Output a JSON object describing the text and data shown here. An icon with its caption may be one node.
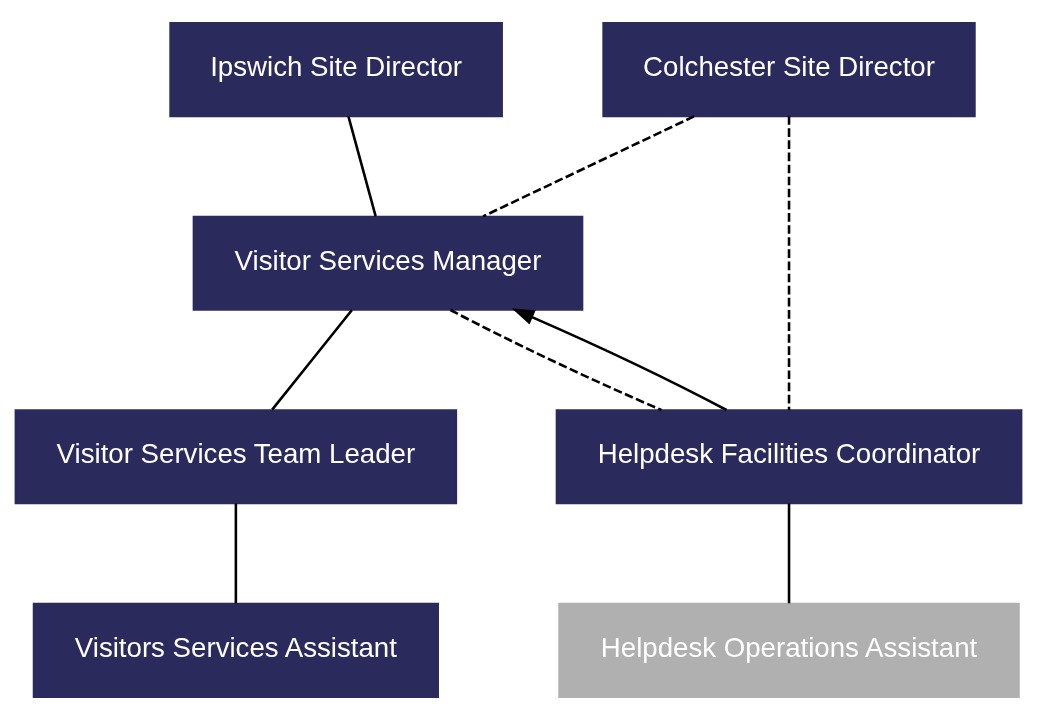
{
  "diagram": {
    "nodes": [
      {
        "text": [
          "Colchester Site Director"
        ]
      },
      {
        "text": [
          "Ipswich Site Director"
        ]
      },
      {
        "text": [
          "Visitor Services Manager"
        ]
      },
      {
        "text": [
          "Helpdesk Facilities Coordinator"
        ]
      },
      {
        "text": [
          "Visitor Services Team Leader"
        ]
      },
      {
        "text": [
          "Helpdesk Operations Assistant"
        ]
      },
      {
        "text": [
          "Visitors Services Assistant"
        ]
      }
    ],
    "edges": [
      {
        "from": 0,
        "to": 2,
        "arrow": "none",
        "style": "dashed"
      },
      {
        "from": 0,
        "to": 3,
        "arrow": "none",
        "style": "dashed"
      },
      {
        "from": 1,
        "to": 2,
        "arrow": "none"
      },
      {
        "from": 2,
        "to": 3,
        "arrow": "none",
        "style": "dashed"
      },
      {
        "from": 2,
        "to": 4,
        "arrow": "none"
      },
      {
        "from": 3,
        "to": 2,
        "arrow": "to"
      },
      {
        "from": 3,
        "to": 5,
        "arrow": "none"
      },
      {
        "from": 4,
        "to": 6,
        "arrow": "none"
      }
    ]
  }
}
